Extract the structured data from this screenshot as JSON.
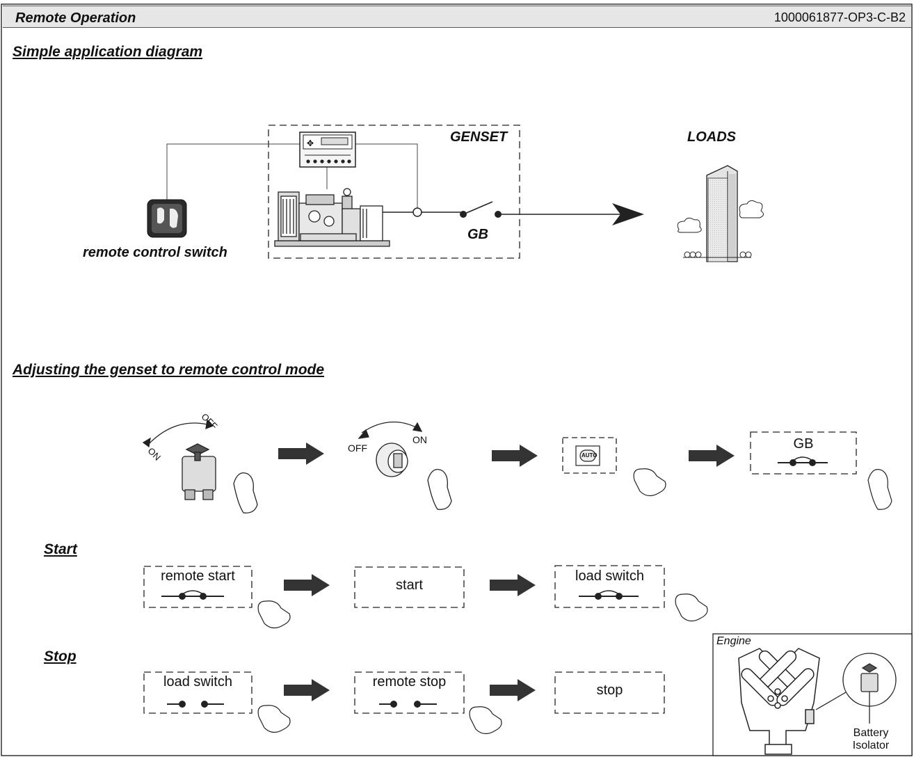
{
  "header": {
    "title": "Remote Operation",
    "code": "1000061877-OP3-C-B2"
  },
  "sections": {
    "simple_diagram": "Simple application diagram",
    "adjusting": "Adjusting the genset to remote control mode"
  },
  "diagram": {
    "genset_label": "GENSET",
    "loads_label": "LOADS",
    "remote_switch_label": "remote control switch",
    "breaker_label": "GB"
  },
  "adjust_steps": {
    "isolator_on": "ON",
    "isolator_off": "OFF",
    "key_off": "OFF",
    "key_on": "ON",
    "auto_button": "AUTO",
    "gb_box": "GB"
  },
  "start": {
    "heading": "Start",
    "boxes": [
      "remote start",
      "start",
      "load switch"
    ]
  },
  "stop": {
    "heading": "Stop",
    "boxes": [
      "load switch",
      "remote stop",
      "stop"
    ]
  },
  "engine_inset": {
    "title": "Engine",
    "callout_line1": "Battery",
    "callout_line2": "Isolator"
  }
}
